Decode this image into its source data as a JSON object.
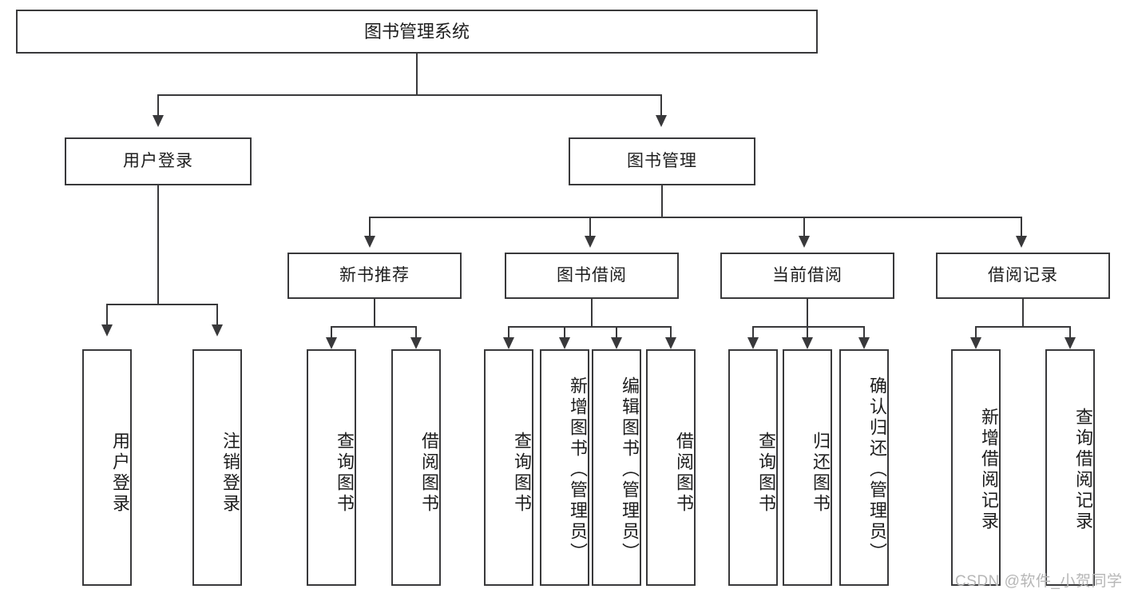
{
  "diagram": {
    "title": "图书管理系统",
    "watermark": "CSDN @软件_小贺同学",
    "stroke_color": "#39393b",
    "fill_color": "#ffffff",
    "text_color": "#1d1d1d",
    "watermark_color": "#b6b6b6"
  },
  "root": {
    "label": "图书管理系统"
  },
  "level1": [
    {
      "label": "用户登录"
    },
    {
      "label": "图书管理"
    }
  ],
  "level2": [
    {
      "label": "新书推荐"
    },
    {
      "label": "图书借阅"
    },
    {
      "label": "当前借阅"
    },
    {
      "label": "借阅记录"
    }
  ],
  "leaves": {
    "user_login": [
      {
        "label": "用户登录"
      },
      {
        "label": "注销登录"
      }
    ],
    "new_book": [
      {
        "label": "查询图书"
      },
      {
        "label": "借阅图书"
      }
    ],
    "book_borrow": [
      {
        "label": "查询图书"
      },
      {
        "label": "新增图书（管理员）"
      },
      {
        "label": "编辑图书（管理员）"
      },
      {
        "label": "借阅图书"
      }
    ],
    "current_borrow": [
      {
        "label": "查询图书"
      },
      {
        "label": "归还图书"
      },
      {
        "label": "确认归还（管理员）"
      }
    ],
    "borrow_record": [
      {
        "label": "新增借阅记录"
      },
      {
        "label": "查询借阅记录"
      }
    ]
  }
}
